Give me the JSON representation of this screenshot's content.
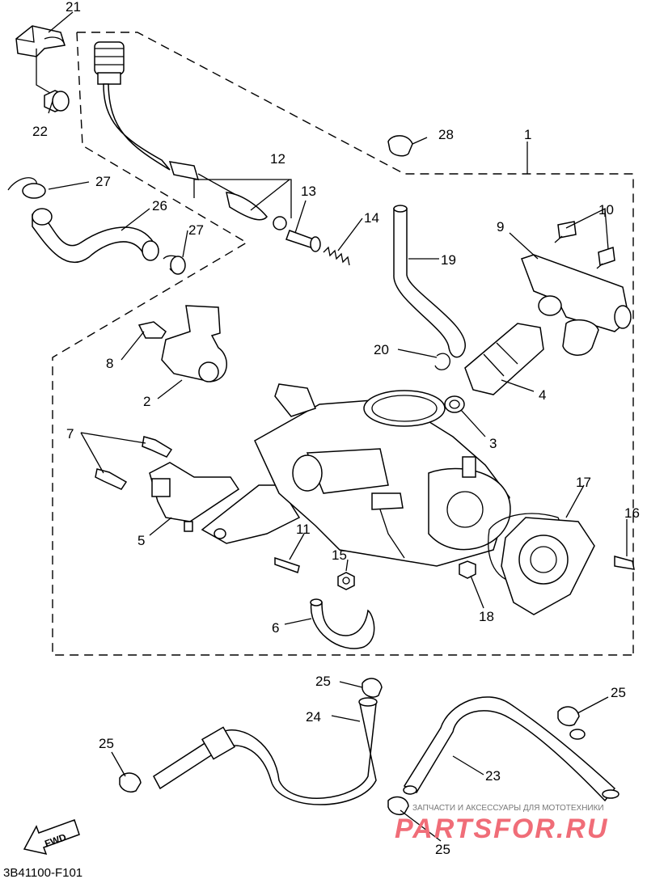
{
  "diagram": {
    "code": "3B41100-F101",
    "fwd_label": "FWD",
    "watermark": {
      "tagline": "ЗАПЧАСТИ И АКСЕССУАРЫ ДЛЯ МОТОТЕХНИКИ",
      "brand": "PARTSFOR.RU"
    },
    "callouts": [
      {
        "id": "1",
        "label": "1"
      },
      {
        "id": "2",
        "label": "2"
      },
      {
        "id": "3",
        "label": "3"
      },
      {
        "id": "4",
        "label": "4"
      },
      {
        "id": "5",
        "label": "5"
      },
      {
        "id": "6",
        "label": "6"
      },
      {
        "id": "7",
        "label": "7"
      },
      {
        "id": "8",
        "label": "8"
      },
      {
        "id": "9",
        "label": "9"
      },
      {
        "id": "10",
        "label": "10"
      },
      {
        "id": "11",
        "label": "11"
      },
      {
        "id": "12",
        "label": "12"
      },
      {
        "id": "13",
        "label": "13"
      },
      {
        "id": "14",
        "label": "14"
      },
      {
        "id": "15",
        "label": "15"
      },
      {
        "id": "16",
        "label": "16"
      },
      {
        "id": "17",
        "label": "17"
      },
      {
        "id": "18",
        "label": "18"
      },
      {
        "id": "19",
        "label": "19"
      },
      {
        "id": "20",
        "label": "20"
      },
      {
        "id": "21",
        "label": "21"
      },
      {
        "id": "22",
        "label": "22"
      },
      {
        "id": "23",
        "label": "23"
      },
      {
        "id": "24",
        "label": "24"
      },
      {
        "id": "25a",
        "label": "25"
      },
      {
        "id": "25b",
        "label": "25"
      },
      {
        "id": "25c",
        "label": "25"
      },
      {
        "id": "25d",
        "label": "25"
      },
      {
        "id": "26",
        "label": "26"
      },
      {
        "id": "27a",
        "label": "27"
      },
      {
        "id": "27b",
        "label": "27"
      },
      {
        "id": "28",
        "label": "28"
      }
    ]
  }
}
